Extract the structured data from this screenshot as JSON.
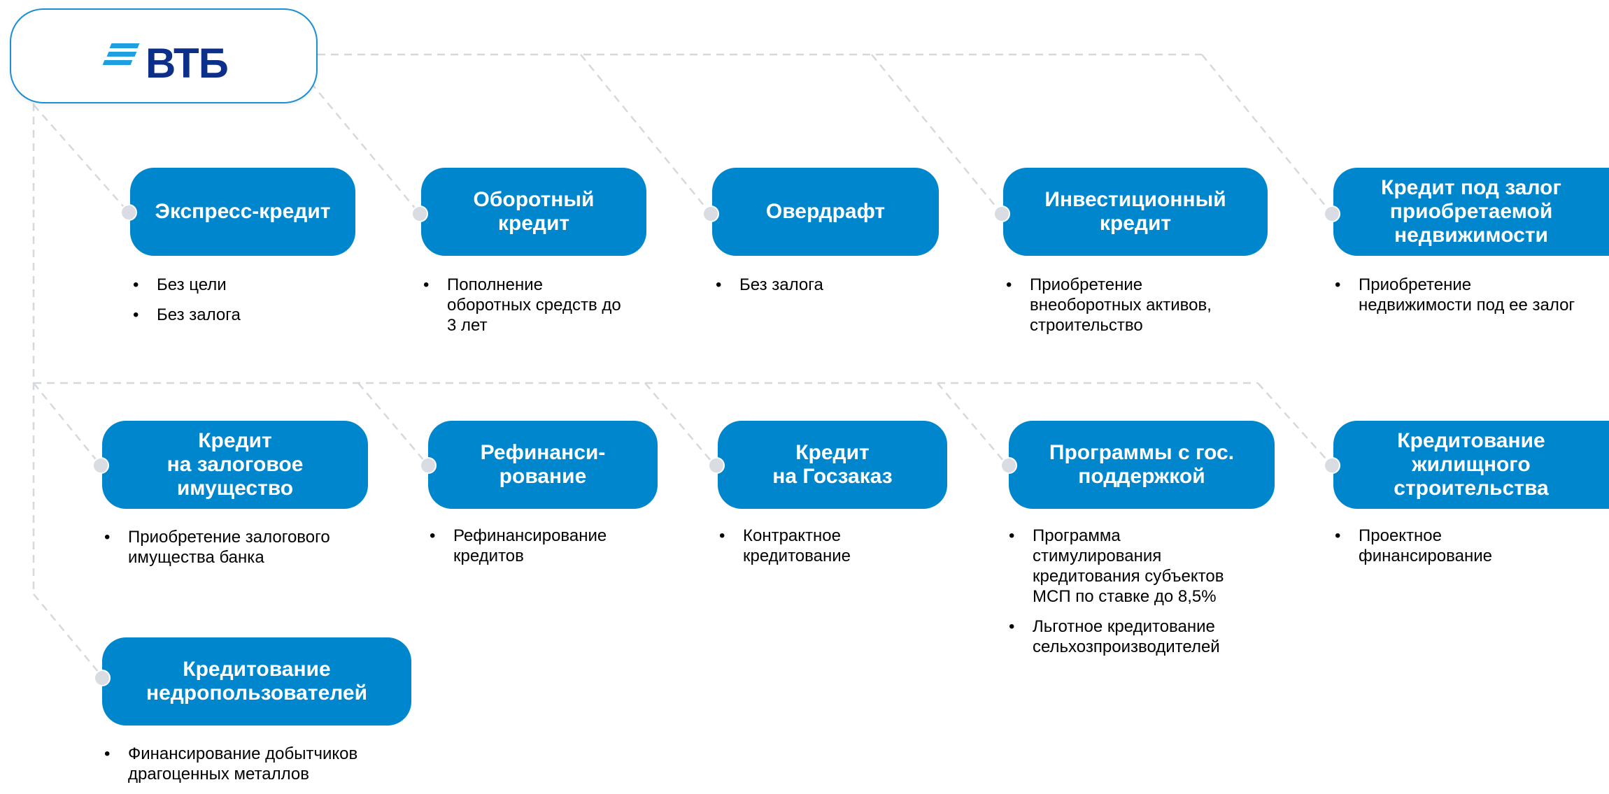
{
  "logo": {
    "text": "ВТБ"
  },
  "colors": {
    "box": "#0086cc",
    "logo_text": "#0c2f8a",
    "logo_stripes": "#1e9fe0",
    "connector": "#d5d9de"
  },
  "products": [
    {
      "title": "Экспресс-кредит",
      "bullets": [
        "Без цели",
        "Без залога"
      ]
    },
    {
      "title": "Оборотный\nкредит",
      "bullets": [
        "Пополнение\nоборотных средств до\n3 лет"
      ]
    },
    {
      "title": "Овердрафт",
      "bullets": [
        "Без залога"
      ]
    },
    {
      "title": "Инвестиционный\nкредит",
      "bullets": [
        "Приобретение\nвнеоборотных активов,\nстроительство"
      ]
    },
    {
      "title": "Кредит под залог\nприобретаемой\nнедвижимости",
      "bullets": [
        "Приобретение\nнедвижимости под ее залог"
      ]
    },
    {
      "title": "Кредит\nна залоговое\nимущество",
      "bullets": [
        "Приобретение залогового\nимущества банка"
      ]
    },
    {
      "title": "Рефинанси-\nрование",
      "bullets": [
        "Рефинансирование\nкредитов"
      ]
    },
    {
      "title": "Кредит\nна Госзаказ",
      "bullets": [
        "Контрактное\nкредитование"
      ]
    },
    {
      "title": "Программы с гос.\nподдержкой",
      "bullets": [
        "Программа\nстимулирования\nкредитования субъектов\nМСП по ставке до 8,5%",
        "Льготное кредитование\nсельхозпроизводителей"
      ]
    },
    {
      "title": "Кредитование\nжилищного\nстроительства",
      "bullets": [
        "Проектное\nфинансирование"
      ]
    },
    {
      "title": "Кредитование\nнедропользователей",
      "bullets": [
        "Финансирование добытчиков\nдрагоценных металлов"
      ]
    }
  ]
}
